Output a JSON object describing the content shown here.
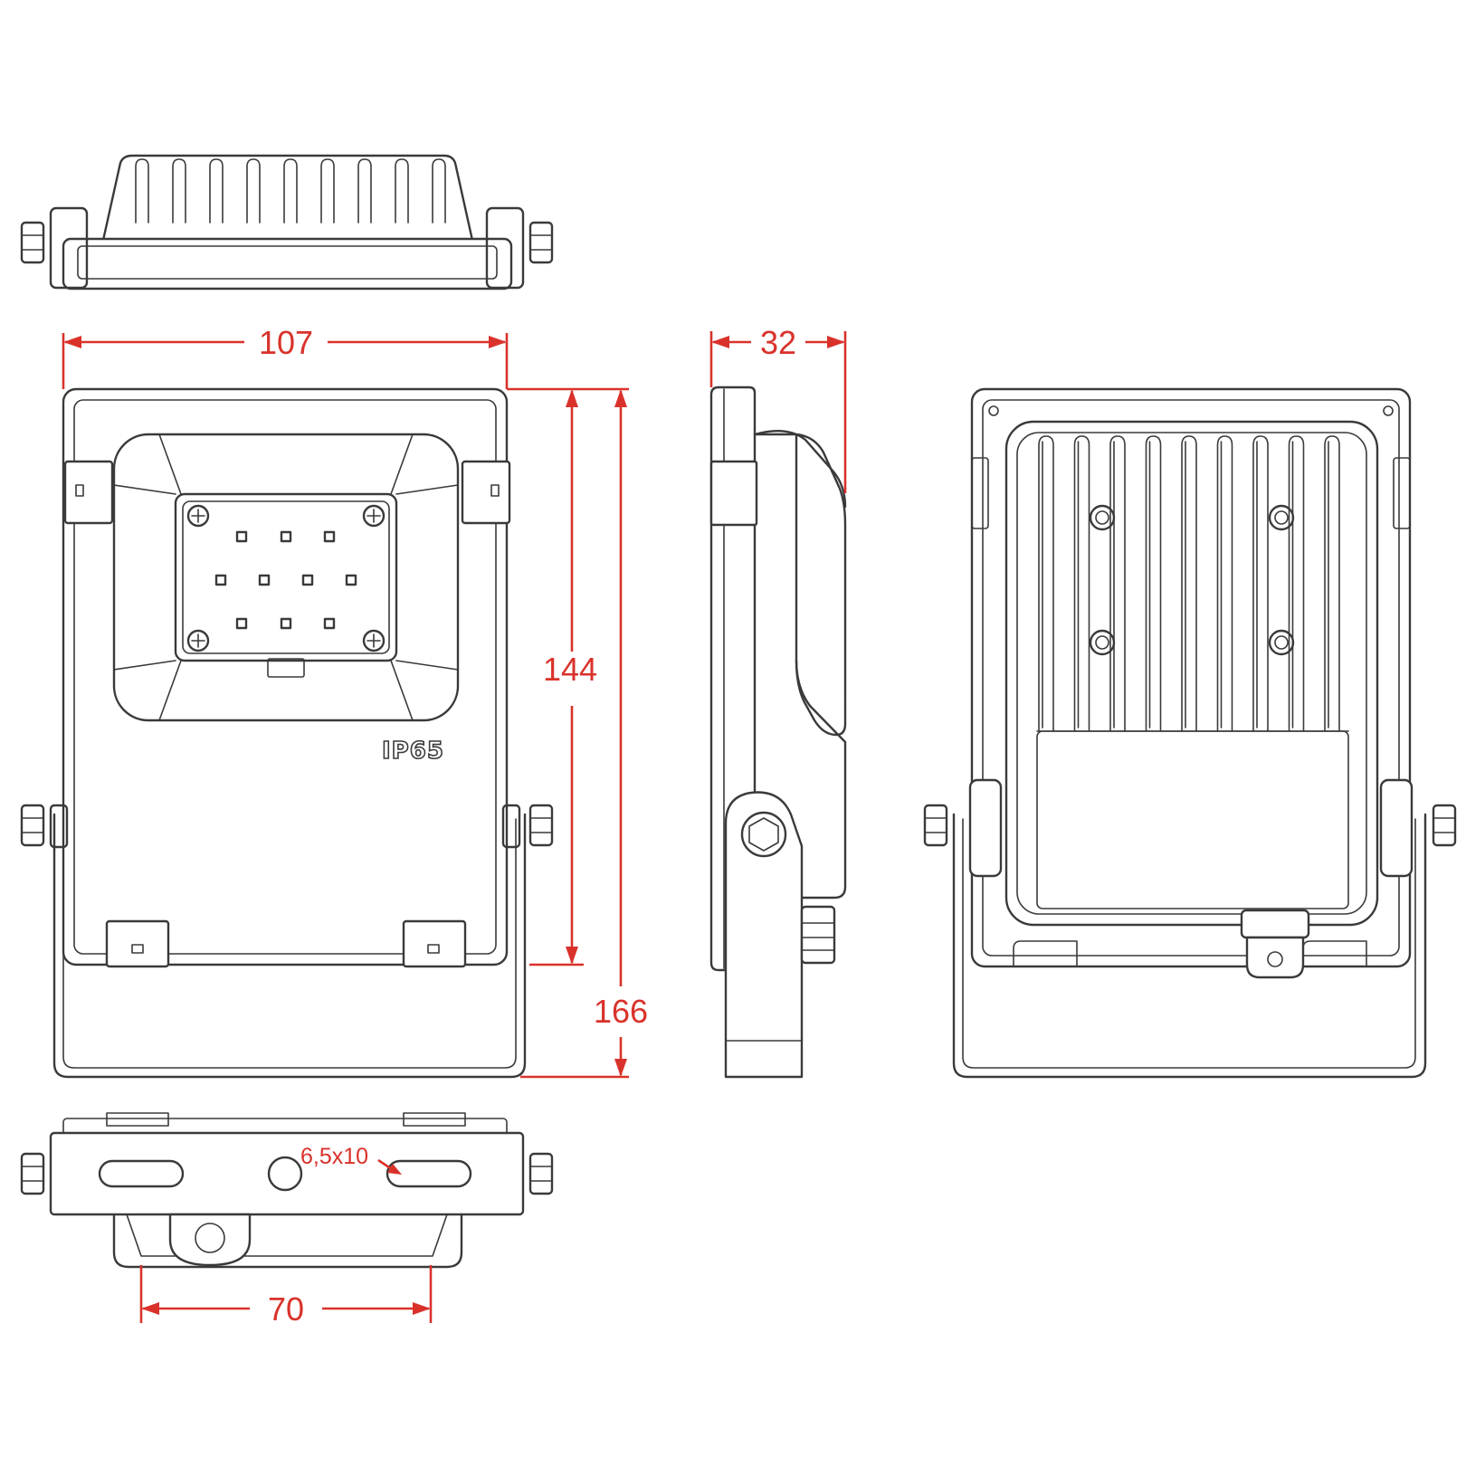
{
  "dimensions": {
    "width": "107",
    "depth": "32",
    "height_body": "144",
    "height_total": "166",
    "mount_spacing": "70",
    "slot_size": "6,5x10"
  },
  "marking": "IP65",
  "colors": {
    "dimension": "#d9322b",
    "outline": "#3a3a3a",
    "background": "#ffffff"
  }
}
